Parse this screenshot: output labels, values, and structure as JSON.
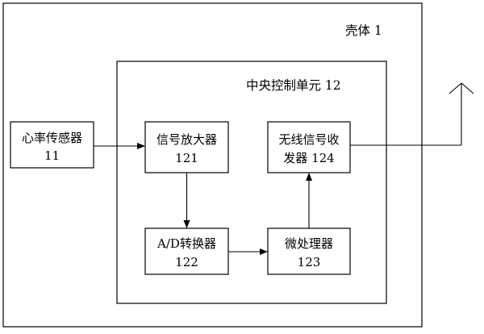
{
  "shell": {
    "label": "壳体 1"
  },
  "central_unit": {
    "label": "中央控制单元 12"
  },
  "blocks": {
    "heart_rate_sensor": {
      "line1": "心率传感器",
      "line2": "11"
    },
    "signal_amplifier": {
      "line1": "信号放大器",
      "line2": "121"
    },
    "ad_converter": {
      "line1": "A/D转换器",
      "line2": "122"
    },
    "microprocessor": {
      "line1": "微处理器",
      "line2": "123"
    },
    "wireless_transceiver": {
      "line1": "无线信号收",
      "line2": "发器 124"
    }
  },
  "icons": {
    "antenna": "antenna-icon"
  }
}
